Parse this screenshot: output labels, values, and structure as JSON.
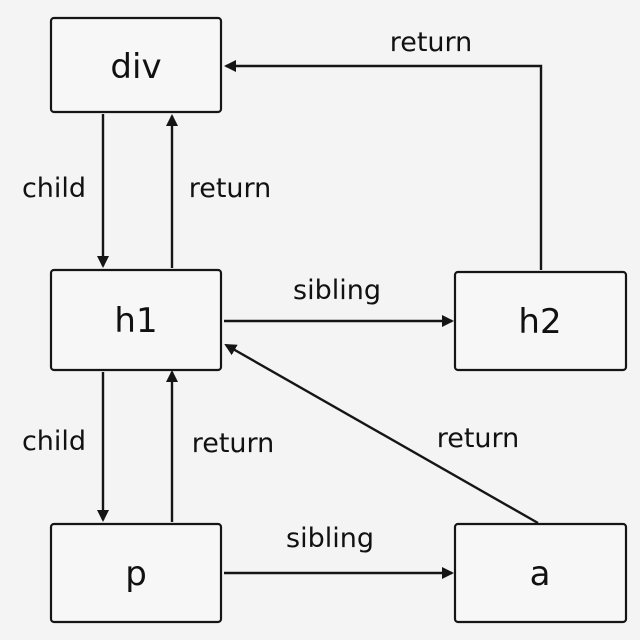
{
  "nodes": {
    "div": "div",
    "h1": "h1",
    "h2": "h2",
    "p": "p",
    "a": "a"
  },
  "edges": {
    "div_h1_child": "child",
    "h1_div_return": "return",
    "h2_div_return": "return",
    "h1_h2_sibling": "sibling",
    "h1_p_child": "child",
    "p_h1_return": "return",
    "a_h1_return": "return",
    "p_a_sibling": "sibling"
  },
  "colors": {
    "background": "#f4f4f4",
    "node_fill": "#f7f7f7",
    "stroke": "#151515",
    "text": "#111111"
  }
}
